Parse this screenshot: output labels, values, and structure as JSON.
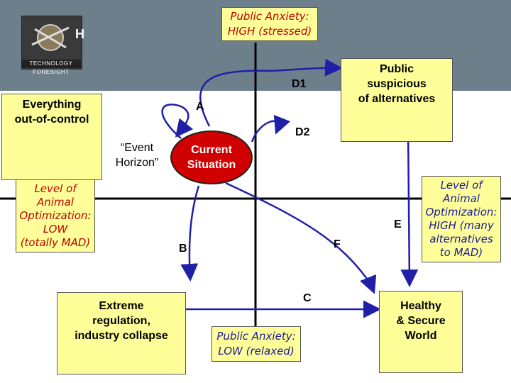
{
  "header": {
    "logo_text": "TECHNOLOGY FORESIGHT",
    "partial_title": "H"
  },
  "top_label": {
    "line1": "Public Anxiety:",
    "line2": "HIGH (stressed)"
  },
  "bottom_label": {
    "line1": "Public Anxiety:",
    "line2": "LOW (relaxed)"
  },
  "left_label": {
    "lines": [
      "Level of",
      "Animal",
      "Optimization:",
      "LOW",
      "(totally MAD)"
    ]
  },
  "right_label": {
    "lines": [
      "Level of",
      "Animal",
      "Optimization:",
      "HIGH (many",
      "alternatives",
      "to MAD)"
    ]
  },
  "boxes": {
    "out_of_control": {
      "line1": "Everything",
      "line2": "out-of-control"
    },
    "suspicious": {
      "line1": "Public",
      "line2": "suspicious",
      "line3": "of alternatives"
    },
    "extreme": {
      "line1": "Extreme",
      "line2": "regulation,",
      "line3": "industry collapse"
    },
    "healthy": {
      "line1": "Healthy",
      "line2": "& Secure",
      "line3": "World"
    }
  },
  "event_horizon": {
    "line1": "“Event",
    "line2": "Horizon”"
  },
  "current_situation": {
    "line1": "Current",
    "line2": "Situation"
  },
  "path_labels": {
    "a": "A",
    "b": "B",
    "c": "C",
    "d1": "D1",
    "d2": "D2",
    "e": "E",
    "f": "F"
  },
  "colors": {
    "box_fill": "#ffff99",
    "arrow": "#1f1fa8",
    "circle": "#d10000",
    "axis_text": "#c00000"
  }
}
